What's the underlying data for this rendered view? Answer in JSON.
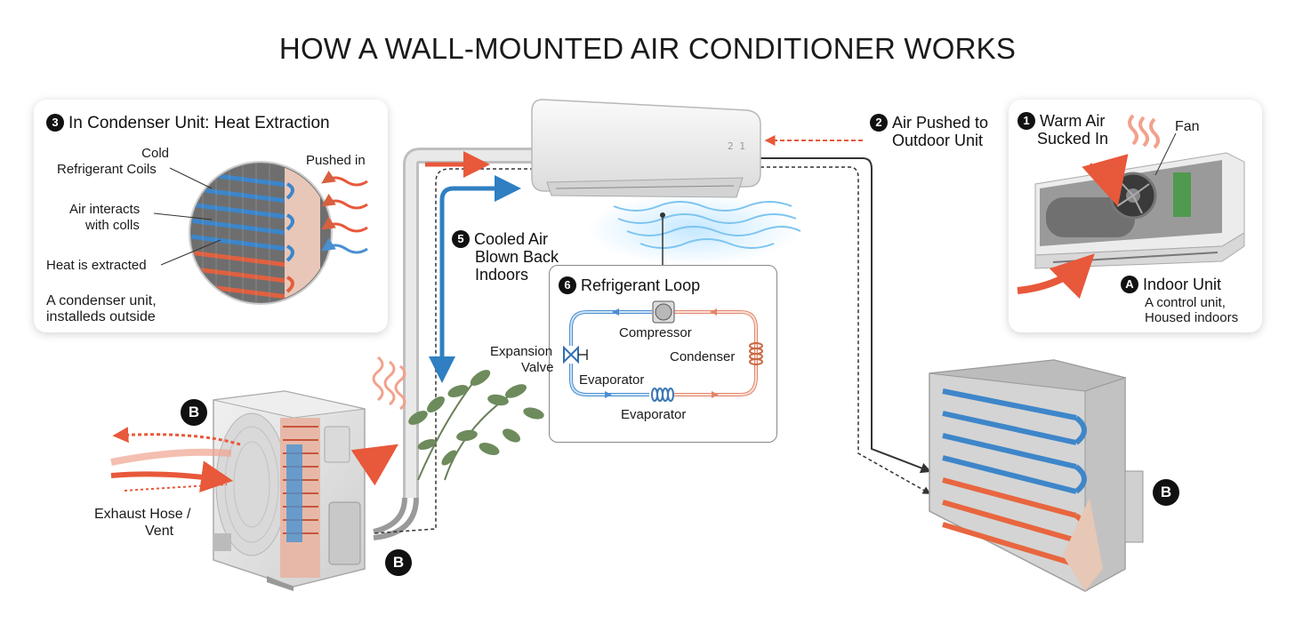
{
  "title": "HOW A WALL-MOUNTED AIR CONDITIONER WORKS",
  "condenser_panel": {
    "number": "3",
    "heading": "In Condenser Unit: Heat Extraction",
    "label_cold_coils_1": "Cold",
    "label_cold_coils_2": "Refrigerant Coils",
    "label_pushed_in": "Pushed in",
    "label_air_interacts_1": "Air interacts",
    "label_air_interacts_2": "with colls",
    "label_heat_extracted": "Heat is extracted",
    "caption_1": "A condenser unit,",
    "caption_2": "installeds outside"
  },
  "step_air_pushed": {
    "number": "2",
    "line1": "Air Pushed to",
    "line2": "Outdoor Unit"
  },
  "indoor_panel": {
    "number": "1",
    "warm_air_1": "Warm Air",
    "warm_air_2": "Sucked In",
    "fan_label": "Fan",
    "unit_letter": "A",
    "unit_title": "Indoor Unit",
    "unit_sub_1": "A control unit,",
    "unit_sub_2": "Housed indoors"
  },
  "step_cooled_air": {
    "number": "5",
    "line1": "Cooled Air",
    "line2": "Blown Back",
    "line3": "Indoors"
  },
  "loop_panel": {
    "number": "6",
    "heading": "Refrigerant Loop",
    "compressor": "Compressor",
    "condenser": "Condenser",
    "expansion_1": "Expansion",
    "expansion_2": "Valve",
    "evaporator_left": "Evaporator",
    "evaporator_bottom": "Evaporator"
  },
  "outdoor": {
    "badge_top": "B",
    "badge_bottom": "B",
    "exhaust_1": "Exhaust Hose /",
    "exhaust_2": "Vent"
  },
  "coil_unit": {
    "badge": "B"
  },
  "colors": {
    "hot": "#e8583a",
    "cold": "#2f7fc2",
    "line": "#333333"
  }
}
